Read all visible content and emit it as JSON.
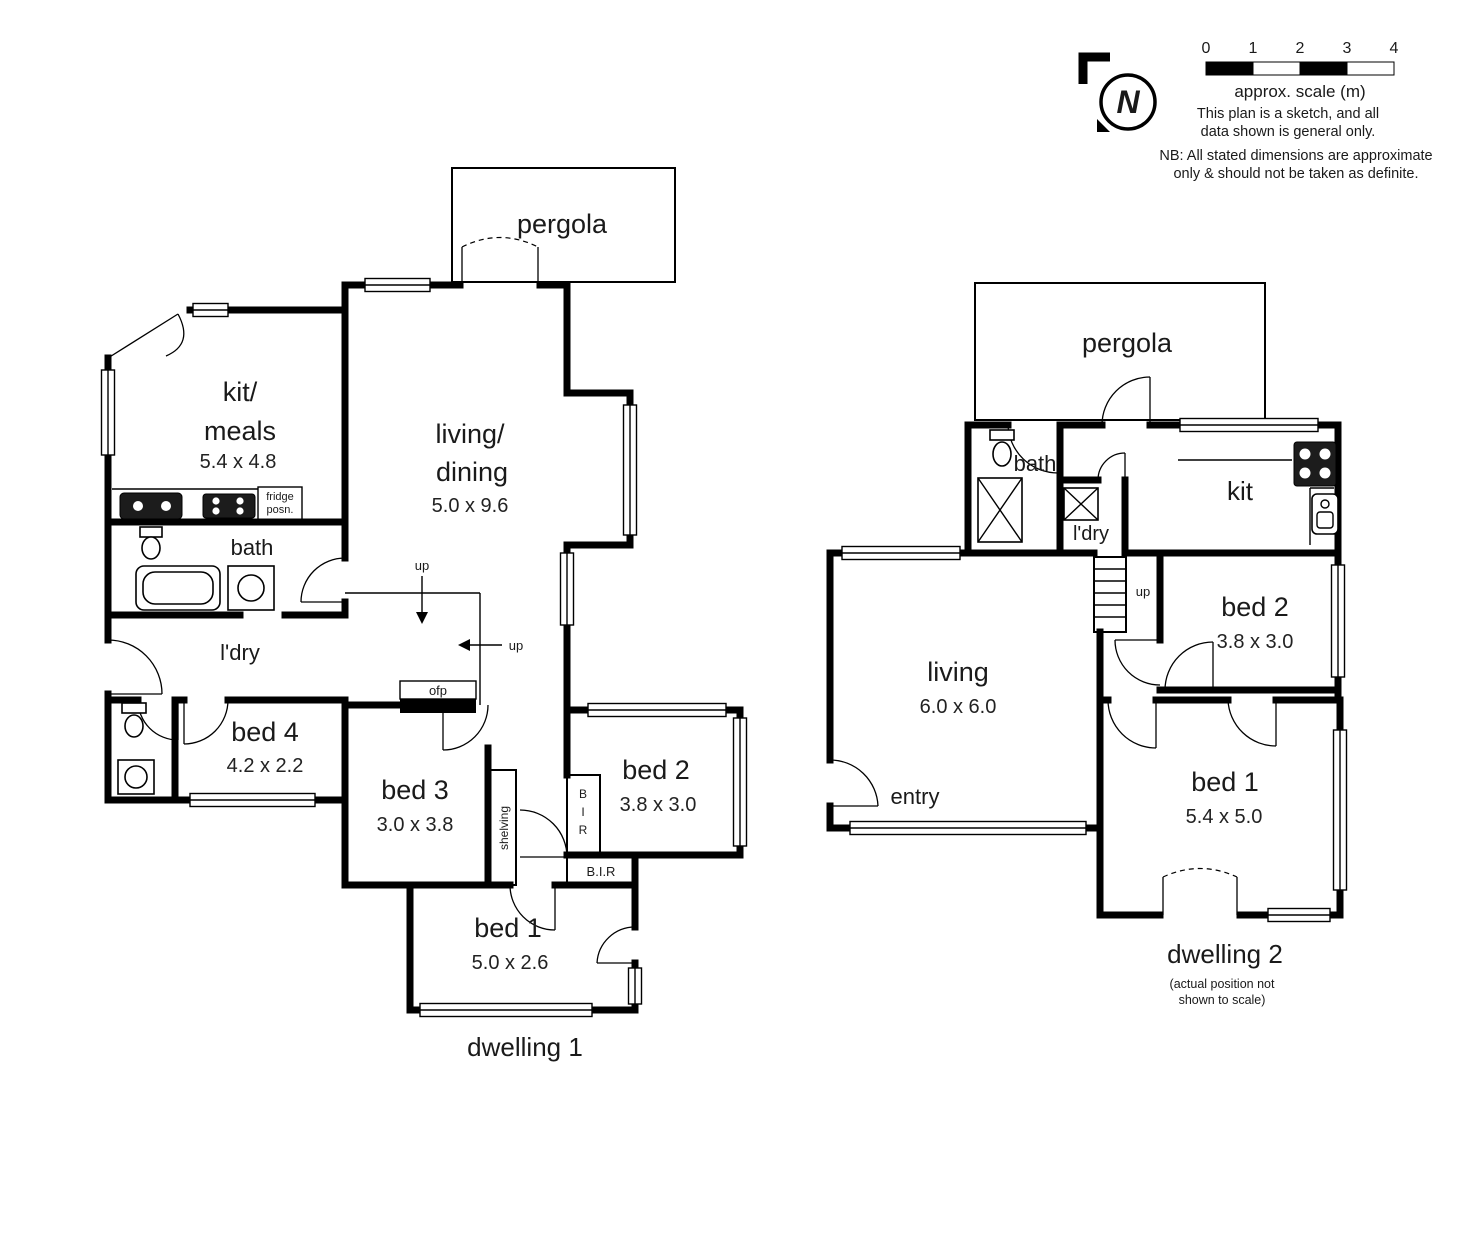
{
  "colors": {
    "ink": "#000000",
    "paper": "#ffffff"
  },
  "header": {
    "north": "N",
    "scale_ticks": [
      "0",
      "1",
      "2",
      "3",
      "4"
    ],
    "scale_caption": "approx. scale (m)",
    "disclaimer_line1": "This plan is a sketch, and all",
    "disclaimer_line2": "data shown is general only.",
    "nb_line1": "NB: All stated dimensions are approximate",
    "nb_line2": "only & should not be taken as definite."
  },
  "dwelling1": {
    "title": "dwelling 1",
    "pergola": "pergola",
    "kit_meals": {
      "line1": "kit/",
      "line2": "meals",
      "dims": "5.4 x 4.8"
    },
    "living_dining": {
      "line1": "living/",
      "line2": "dining",
      "dims": "5.0 x 9.6"
    },
    "bath": "bath",
    "ldry": "l'dry",
    "bed4": {
      "name": "bed 4",
      "dims": "4.2 x 2.2"
    },
    "bed3": {
      "name": "bed 3",
      "dims": "3.0 x 3.8"
    },
    "bed2": {
      "name": "bed 2",
      "dims": "3.8 x 3.0"
    },
    "bed1": {
      "name": "bed 1",
      "dims": "5.0 x 2.6"
    },
    "fridge": {
      "line1": "fridge",
      "line2": "posn."
    },
    "up": "up",
    "ofp": "ofp",
    "shelving": "shelving",
    "bir_letters": [
      "B",
      "I",
      "R"
    ],
    "bir": "B.I.R"
  },
  "dwelling2": {
    "title": "dwelling 2",
    "note_line1": "(actual position not",
    "note_line2": "shown to scale)",
    "pergola": "pergola",
    "bath": "bath",
    "ldry": "l'dry",
    "kit": "kit",
    "up": "up",
    "entry": "entry",
    "bed2": {
      "name": "bed 2",
      "dims": "3.8 x 3.0"
    },
    "living": {
      "name": "living",
      "dims": "6.0 x 6.0"
    },
    "bed1": {
      "name": "bed 1",
      "dims": "5.4 x 5.0"
    }
  }
}
